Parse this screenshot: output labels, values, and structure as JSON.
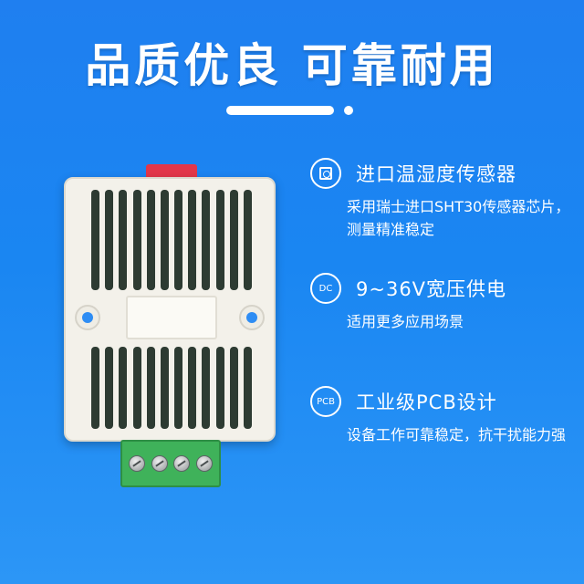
{
  "headline": "品质优良  可靠耐用",
  "features": [
    {
      "icon": "sensor-chip-icon",
      "icon_text": "",
      "title": "进口温湿度传感器",
      "desc": "采用瑞士进口SHT30传感器芯片，测量精准稳定"
    },
    {
      "icon": "dc-icon",
      "icon_text": "DC",
      "title": "9~36V宽压供电",
      "desc": "适用更多应用场景"
    },
    {
      "icon": "pcb-icon",
      "icon_text": "PCB",
      "title": "工业级PCB设计",
      "desc": "设备工作可靠稳定，抗干扰能力强"
    }
  ],
  "colors": {
    "background": "#1f7ff0",
    "housing": "#f3f1ea",
    "terminal": "#3fb25a",
    "tab": "#e2374a"
  }
}
